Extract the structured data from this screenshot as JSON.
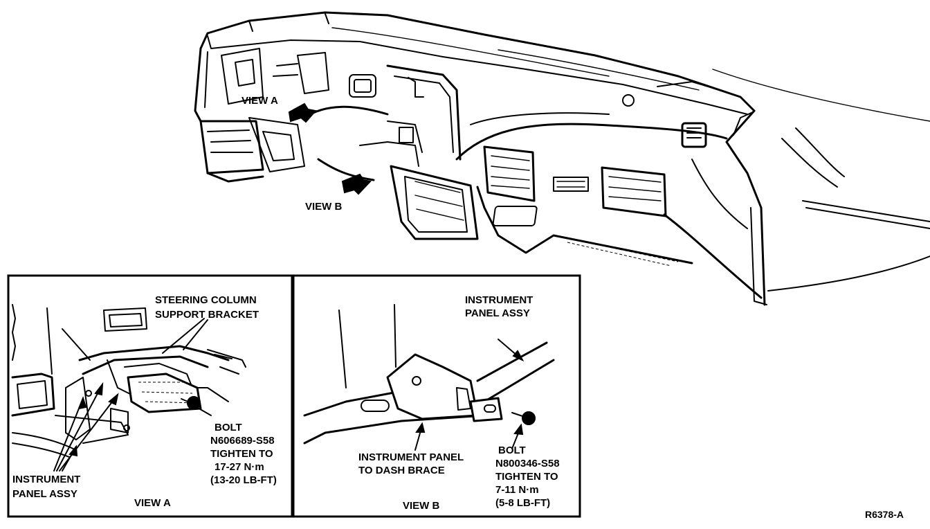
{
  "overview": {
    "view_a_label": "VIEW A",
    "view_b_label": "VIEW B"
  },
  "view_a": {
    "caption": "VIEW A",
    "bracket_label": [
      "STEERING COLUMN",
      "SUPPORT BRACKET"
    ],
    "panel_label": [
      "INSTRUMENT",
      "PANEL ASSY"
    ],
    "bolt_spec": [
      "BOLT",
      "N606689-S58",
      "TIGHTEN TO",
      "17-27 N·m",
      "(13-20 LB-FT)"
    ]
  },
  "view_b": {
    "caption": "VIEW B",
    "panel_label": [
      "INSTRUMENT",
      "PANEL ASSY"
    ],
    "brace_label": [
      "INSTRUMENT PANEL",
      "TO DASH BRACE"
    ],
    "bolt_spec": [
      "BOLT",
      "N800346-S58",
      "TIGHTEN TO",
      "7-11 N·m",
      "(5-8 LB-FT)"
    ]
  },
  "figure_code": "R6378-A"
}
